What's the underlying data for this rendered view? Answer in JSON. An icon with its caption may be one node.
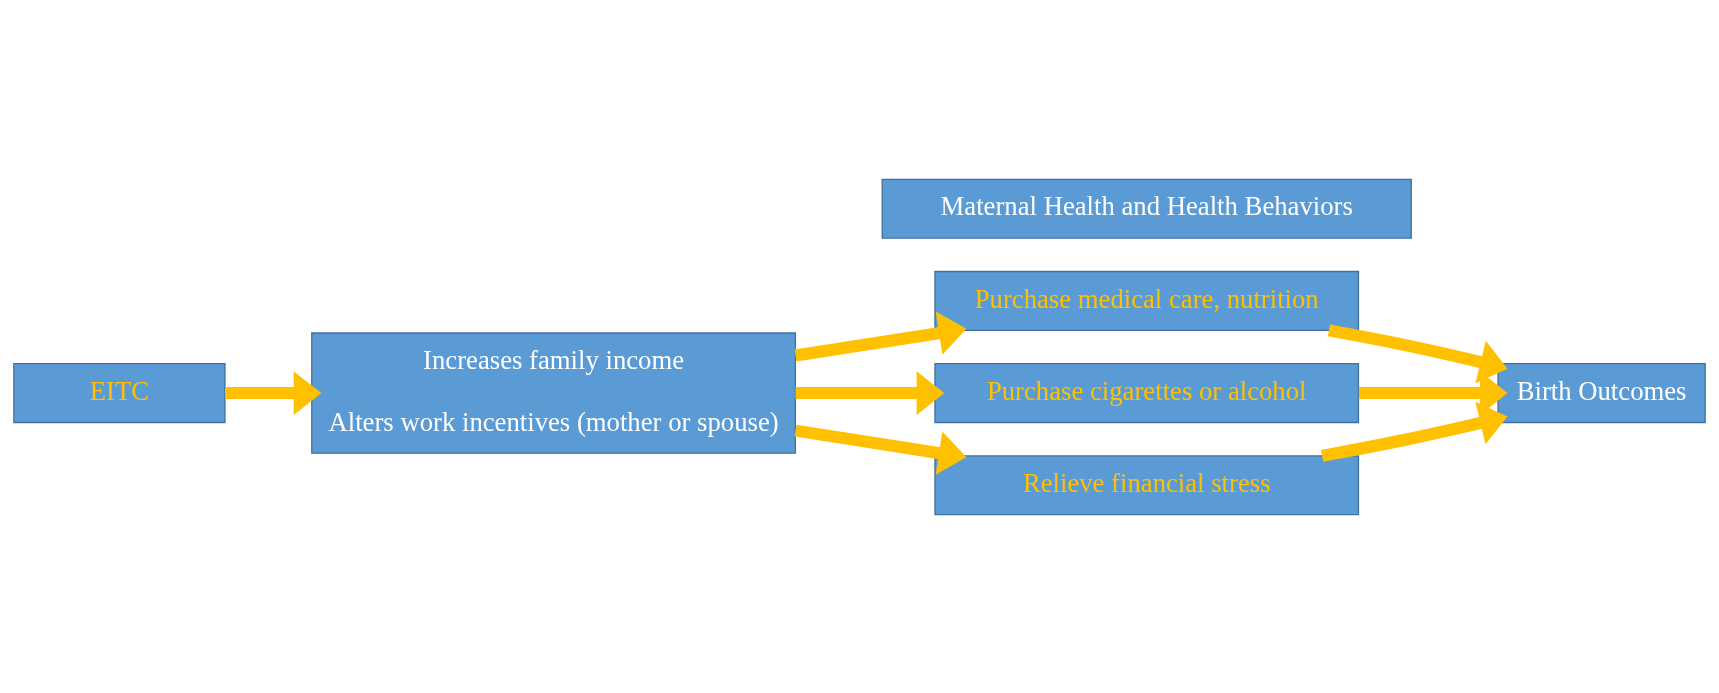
{
  "diagram": {
    "nodes": [
      {
        "text": [
          "EITC"
        ]
      },
      {
        "text": [
          "Increases family income",
          "Alters work incentives (mother or spouse)"
        ]
      },
      {
        "text": [
          "Maternal Health and Health Behaviors"
        ]
      },
      {
        "text": [
          "Purchase medical care, nutrition"
        ]
      },
      {
        "text": [
          "Purchase cigarettes or alcohol"
        ]
      },
      {
        "text": [
          "Relieve financial stress"
        ]
      },
      {
        "text": [
          "Birth Outcomes"
        ]
      }
    ],
    "edges": [
      {
        "from": 0,
        "to": 1,
        "arrow": "to"
      },
      {
        "from": 1,
        "to": 3,
        "arrow": "to"
      },
      {
        "from": 1,
        "to": 4,
        "arrow": "to"
      },
      {
        "from": 1,
        "to": 5,
        "arrow": "to"
      },
      {
        "from": 3,
        "to": 6,
        "arrow": "to"
      },
      {
        "from": 4,
        "to": 6,
        "arrow": "to"
      },
      {
        "from": 5,
        "to": 6,
        "arrow": "to"
      }
    ]
  }
}
